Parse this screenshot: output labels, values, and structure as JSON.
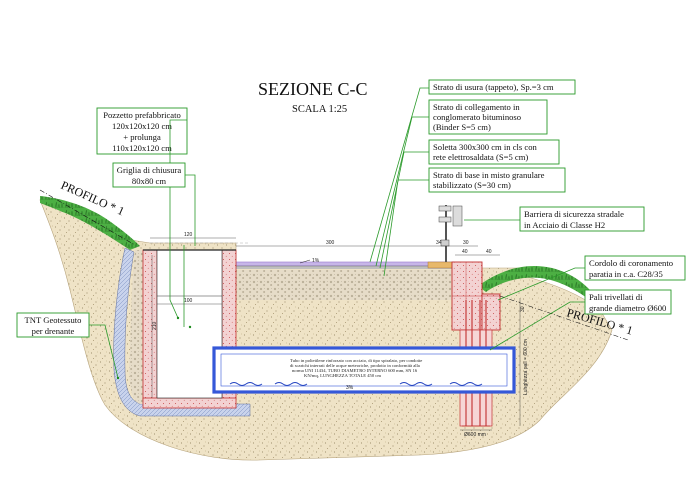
{
  "title": "SEZIONE C-C",
  "subtitle": "SCALA 1:25",
  "profiles": {
    "left": "PROFILO * 1",
    "right": "PROFILO * 1"
  },
  "callouts": {
    "pozzetto": [
      "Pozzetto prefabbricato",
      "120x120x120 cm",
      "+ prolunga",
      "110x120x120 cm"
    ],
    "griglia": [
      "Griglia di chiusura",
      "80x80 cm"
    ],
    "tnt": [
      "TNT Geotessuto",
      "per drenante"
    ],
    "usura": [
      "Strato di usura (tappeto), Sp.=3 cm"
    ],
    "binder": [
      "Strato di collegamento in",
      "conglomerato bituminoso",
      "(Binder S=5 cm)"
    ],
    "soletta": [
      "Soletta 300x300 cm in cls con",
      "rete elettrosaldata (S=5 cm)"
    ],
    "base": [
      "Strato di base in misto granulare",
      "stabilizzato (S=30 cm)"
    ],
    "barriera": [
      "Barriera di sicurezza stradale",
      "in Acciaio di Classe H2"
    ],
    "cordolo": [
      "Cordolo di coronamento",
      "paratia in c.a. C28/35"
    ],
    "pali": [
      "Pali trivellati di",
      "grande diametro Ø600"
    ]
  },
  "dimensions": {
    "top_120": "120",
    "road_300": "300",
    "d_34": "34",
    "d_30": "30",
    "d_40": "40",
    "d_40b": "40",
    "inner_100": "100",
    "height_210": "210",
    "slope_road": "1%",
    "slope_pipe": "3%",
    "pile_diam": "Ø600 mm",
    "d_30b": "30",
    "pile_length": "Lunghezza pali = 600 cm"
  },
  "pipe_text": [
    "Tubo in polietilene rinforzato con acciaio, di tipo spiralato, per condotte",
    "di scarichi interrati delle acque meteoriche, prodotto in conformità alla",
    "norma UNI 11434, TUBO DIAMETRO INTERNO 600 mm, SN 16",
    "KN/mq, LUNGHEZZA TOTALE 450 cm"
  ],
  "colors": {
    "grass": "#3fa13a",
    "soil": "#e7d8b6",
    "concrete_red": "#d93a3a",
    "pipe_blue": "#3558d8",
    "leader_green": "#2a9a2a",
    "asphalt_purple": "#9a7ad0",
    "pipe_text_blue": "#1e3fbf"
  }
}
